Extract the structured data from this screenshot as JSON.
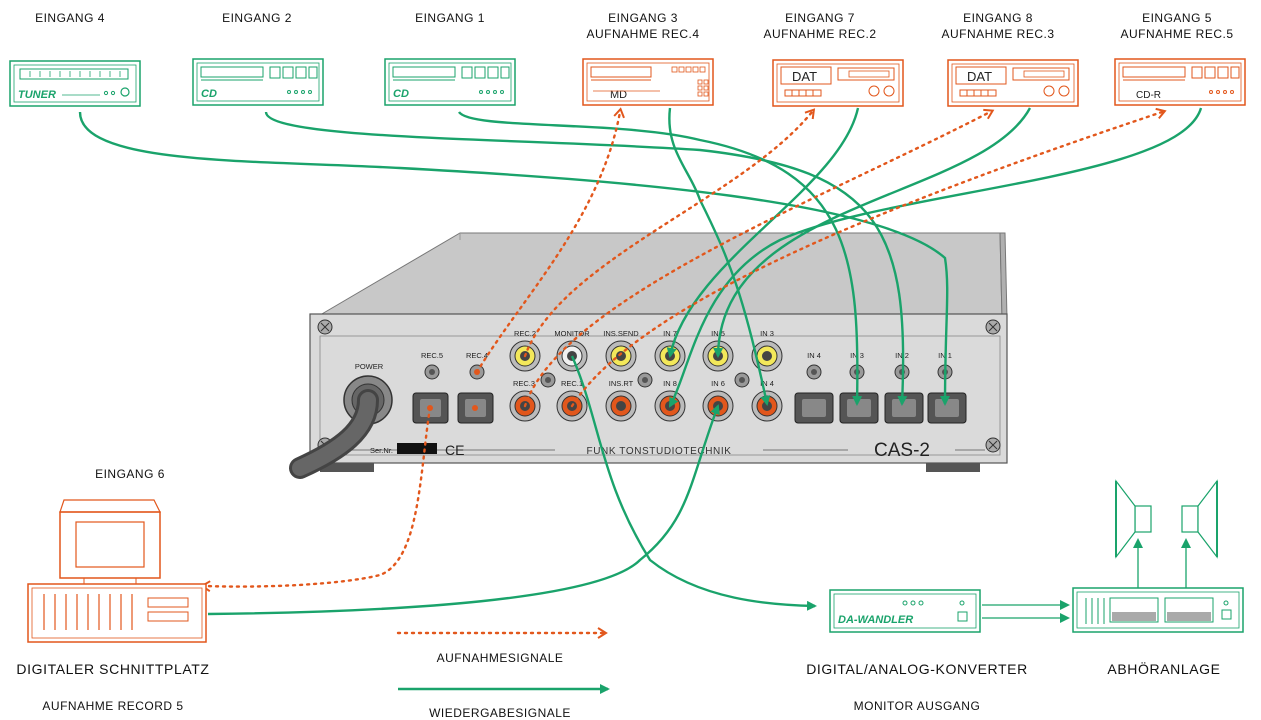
{
  "devices": {
    "tuner": {
      "label": "EINGANG 4",
      "brand": "TUNER"
    },
    "cd2": {
      "label": "EINGANG 2",
      "brand": "CD"
    },
    "cd1": {
      "label": "EINGANG 1",
      "brand": "CD"
    },
    "md": {
      "label": "EINGANG 3",
      "sublabel": "AUFNAHME REC.4",
      "brand": "MD"
    },
    "dat1": {
      "label": "EINGANG 7",
      "sublabel": "AUFNAHME REC.2",
      "brand": "DAT"
    },
    "dat2": {
      "label": "EINGANG 8",
      "sublabel": "AUFNAHME REC.3",
      "brand": "DAT"
    },
    "cdr": {
      "label": "EINGANG 5",
      "sublabel": "AUFNAHME REC.5",
      "brand": "CD-R"
    },
    "pc": {
      "label": "EINGANG 6",
      "caption": "DIGITALER SCHNITTPLATZ",
      "subcaption": "AUFNAHME  RECORD 5"
    },
    "da": {
      "brand": "DA-WANDLER",
      "caption": "DIGITAL/ANALOG-KONVERTER",
      "subcaption": "MONITOR AUSGANG"
    },
    "amp": {
      "caption": "ABHÖRANLAGE"
    }
  },
  "legend": {
    "record": "AUFNAHMESIGNALE",
    "playback": "WIEDERGABESIGNALE"
  },
  "panel": {
    "power": "POWER",
    "rec5": "REC.5",
    "rec4": "REC.4",
    "rec2": "REC.2",
    "monitor": "MONITOR",
    "ins_send": "INS.SEND",
    "in7": "IN 7",
    "in5": "IN 5",
    "in3_top": "IN 3",
    "rec3": "REC.3",
    "rec1": "REC.1",
    "ins_rt": "INS.RT",
    "in8": "IN 8",
    "in6": "IN 6",
    "in4_bot": "IN 4",
    "opt_in4": "IN 4",
    "opt_in3": "IN 3",
    "opt_in2": "IN 2",
    "opt_in1": "IN 1",
    "serial": "Ser.Nr.",
    "ce": "CE",
    "maker": "FUNK TONSTUDIOTECHNIK",
    "model": "CAS-2"
  },
  "colors": {
    "green": "#1aa36b",
    "orange": "#e2571c",
    "panel": "#dadada",
    "top": "#c8c8c8"
  }
}
